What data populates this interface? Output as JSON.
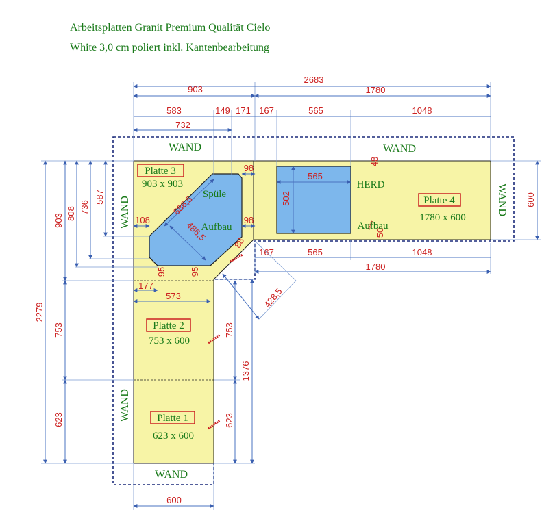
{
  "title": {
    "line1": "Arbeitsplatten Granit Premium Qualität Cielo",
    "line2": "White 3,0 cm poliert inkl. Kantenbearbeitung"
  },
  "wall_label": "WAND",
  "plates": [
    {
      "name": "Platte 3",
      "size": "903 x 903"
    },
    {
      "name": "Platte 4",
      "size": "1780 x 600"
    },
    {
      "name": "Platte 2",
      "size": "753 x 600"
    },
    {
      "name": "Platte 1",
      "size": "623 x 600"
    }
  ],
  "labels": {
    "sink": "Spüle",
    "mount_sink": "Aufbau",
    "stove": "HERD",
    "mount_stove": "Aufbau"
  },
  "dimensions": {
    "top": [
      "903",
      "2683",
      "1780",
      "583",
      "149",
      "171",
      "167",
      "565",
      "1048",
      "732"
    ],
    "left": [
      "2279",
      "903",
      "808",
      "736",
      "587",
      "753",
      "623"
    ],
    "right": [
      "600",
      "753",
      "1376",
      "623"
    ],
    "sink": [
      "886,5",
      "486,5",
      "108",
      "98",
      "98",
      "88",
      "95",
      "95",
      "177",
      "573",
      "428,5"
    ],
    "stove": [
      "48",
      "565",
      "502",
      "50",
      "167",
      "565",
      "1048",
      "1780"
    ],
    "bottom": [
      "600"
    ]
  },
  "colors": {
    "countertop": "#f7f4a6",
    "cutout": "#7db7ec",
    "dimension_text": "#cc2222",
    "label_text": "#1a7a1a",
    "plate_box": "#cc2222",
    "dimension_line": "#4a73c0"
  }
}
